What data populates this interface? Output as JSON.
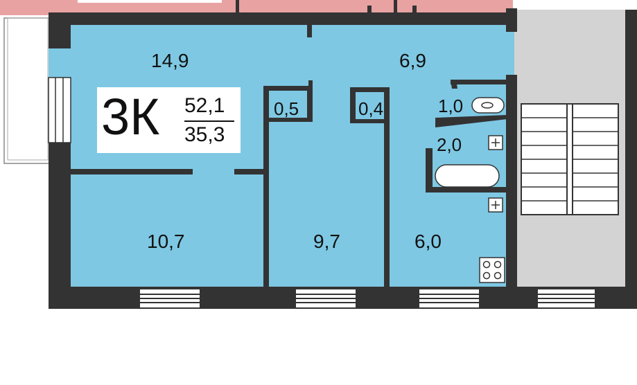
{
  "apartment": {
    "rooms_label": "3К",
    "total_area": "52,1",
    "living_area": "35,3"
  },
  "rooms": [
    {
      "id": "living-room",
      "area": "14,9"
    },
    {
      "id": "hall",
      "area": "6,9"
    },
    {
      "id": "closet-1",
      "area": "0,5"
    },
    {
      "id": "closet-2",
      "area": "0,4"
    },
    {
      "id": "toilet",
      "area": "1,0"
    },
    {
      "id": "bathroom",
      "area": "2,0"
    },
    {
      "id": "bedroom-1",
      "area": "10,7"
    },
    {
      "id": "bedroom-2",
      "area": "9,7"
    },
    {
      "id": "kitchen",
      "area": "6,0"
    }
  ],
  "colors": {
    "room_fill": "#7ec8e3",
    "wall": "#333333",
    "neighbor_fill": "#e8a2a2",
    "stairwell": "#d3d3d3"
  }
}
